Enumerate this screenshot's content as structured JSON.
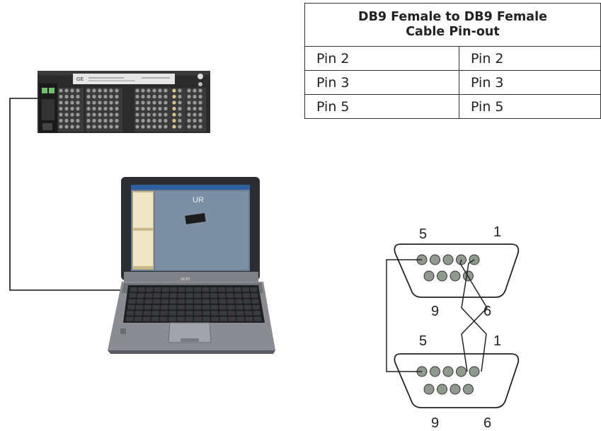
{
  "pinout_table": {
    "title_line1": "DB9 Female to DB9 Female",
    "title_line2": "Cable Pin-out",
    "rows": [
      [
        "Pin 2",
        "Pin 2"
      ],
      [
        "Pin 3",
        "Pin 3"
      ],
      [
        "Pin 5",
        "Pin 5"
      ]
    ]
  },
  "connector_diagram": {
    "top_connector": {
      "pin_label_left": "5",
      "pin_label_right": "1",
      "row2_label_left": "9",
      "row2_label_right": "6"
    },
    "bottom_connector": {
      "pin_label_left": "5",
      "pin_label_right": "1",
      "row2_label_left": "9",
      "row2_label_right": "6"
    }
  },
  "relay": {
    "brand_label": "GE"
  },
  "laptop": {
    "brand_label": "acer",
    "screen_logo": "UR"
  },
  "colors": {
    "relay_body": "#2b2b2b",
    "relay_label_panel": "#e6e6e6",
    "relay_terminal": "#9a9a9a",
    "relay_terminal_accent": "#d9c38a",
    "laptop_body": "#8a8c92",
    "laptop_screen": "#6a7d92",
    "pin_fill": "#8f9a8c",
    "cable": "#111111"
  }
}
